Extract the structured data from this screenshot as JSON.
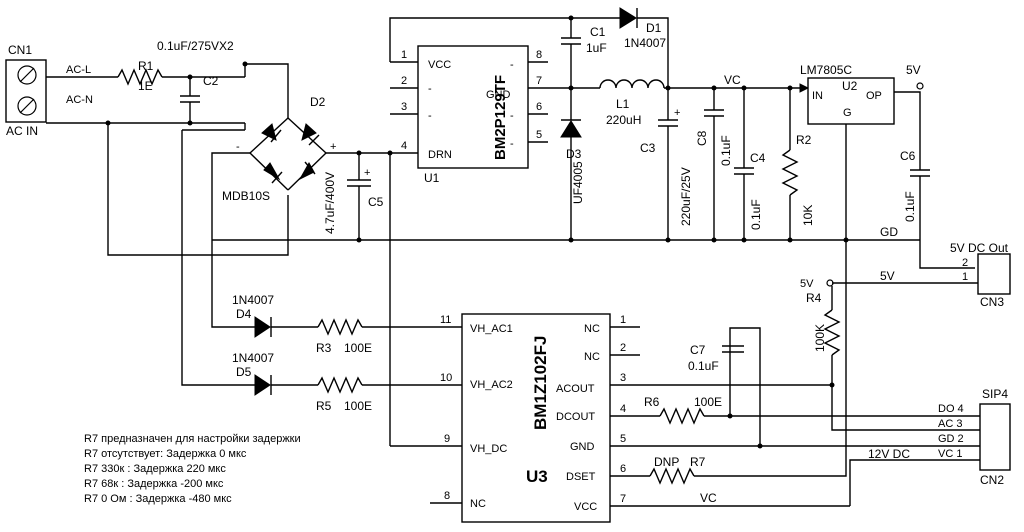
{
  "connectors": {
    "cn1": {
      "ref": "CN1",
      "label": "AC IN",
      "pin_ac_l": "AC-L",
      "pin_ac_n": "AC-N"
    },
    "cn3": {
      "ref": "CN3",
      "title": "5V DC Out",
      "pin2": "2",
      "pin1": "1"
    },
    "cn2": {
      "ref": "CN2",
      "title": "SIP4",
      "do": "DO 4",
      "ac": "AC 3",
      "gd": "GD 2",
      "vc": "VC 1"
    }
  },
  "passives": {
    "r1": {
      "ref": "R1",
      "value": "1E"
    },
    "c2": {
      "ref": "C2",
      "value": "0.1uF/275VX2"
    },
    "d2": {
      "ref": "D2",
      "part": "MDB10S"
    },
    "c5": {
      "ref": "C5",
      "value": "4.7uF/400V",
      "plus": "+"
    },
    "c1": {
      "ref": "C1",
      "value": "1uF"
    },
    "d1": {
      "ref": "D1",
      "value": "1N4007"
    },
    "l1": {
      "ref": "L1",
      "value": "220uH"
    },
    "d3": {
      "ref": "D3",
      "value": "UF4005"
    },
    "c3": {
      "ref": "C3",
      "value": "220uF/25V",
      "plus": "+"
    },
    "c8": {
      "ref": "C8",
      "value": "0.1uF"
    },
    "c4": {
      "ref": "C4",
      "value": "0.1uF"
    },
    "r2": {
      "ref": "R2",
      "value": "10K"
    },
    "c6": {
      "ref": "C6",
      "value": "0.1uF"
    },
    "d4": {
      "ref": "D4",
      "value": "1N4007"
    },
    "d5": {
      "ref": "D5",
      "value": "1N4007"
    },
    "r3": {
      "ref": "R3",
      "value": "100E"
    },
    "r5": {
      "ref": "R5",
      "value": "100E"
    },
    "r4": {
      "ref": "R4",
      "value": "100K"
    },
    "c7": {
      "ref": "C7",
      "value": "0.1uF"
    },
    "r6": {
      "ref": "R6",
      "value": "100E"
    },
    "r7": {
      "ref": "R7",
      "value": "DNP"
    }
  },
  "ics": {
    "u1": {
      "ref": "U1",
      "part": "BM2P129TF",
      "vcc": "VCC",
      "gnd": "GND",
      "drn": "DRN",
      "dash": "-",
      "p1": "1",
      "p2": "2",
      "p3": "3",
      "p4": "4",
      "p5": "5",
      "p6": "6",
      "p7": "7",
      "p8": "8"
    },
    "u2": {
      "ref": "U2",
      "part": "LM7805C",
      "in": "IN",
      "op": "OP",
      "g": "G"
    },
    "u3": {
      "ref": "U3",
      "part": "BM1Z102FJ",
      "vh_ac1": "VH_AC1",
      "vh_ac2": "VH_AC2",
      "vh_dc": "VH_DC",
      "nc": "NC",
      "acout": "ACOUT",
      "dcout": "DCOUT",
      "gnd": "GND",
      "dset": "DSET",
      "vcc": "VCC",
      "p11": "11",
      "p10": "10",
      "p9": "9",
      "p8": "8",
      "p1": "1",
      "p2": "2",
      "p3": "3",
      "p4": "4",
      "p5": "5",
      "p6": "6",
      "p7": "7"
    }
  },
  "nets": {
    "vc": "VC",
    "v5": "5V",
    "v5b": "5V",
    "v5c": "5V",
    "gd": "GD",
    "v12": "12V DC",
    "vc2": "VC",
    "plus": "+",
    "minus": "-",
    "tilde": "~"
  },
  "notes": [
    "R7 предназначен для настройки задержки",
    "R7 отсутствует:   Задержка 0 мкс",
    "R7 330к         :  Задержка  220 мкс",
    "R7 68к          : Задержка -200 мкс",
    "R7 0 Ом         : Задержка -480 мкс"
  ]
}
